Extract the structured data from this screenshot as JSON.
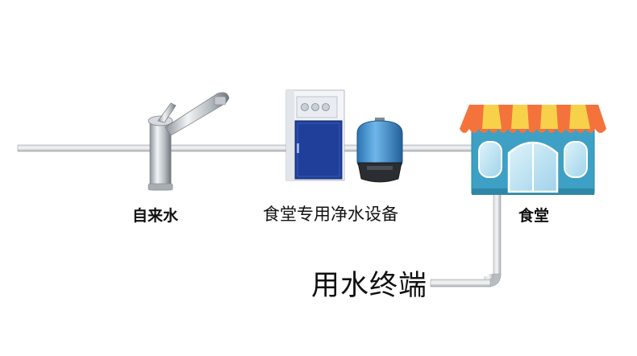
{
  "labels": {
    "tap": "自来水",
    "equipment": "食堂专用净水设备",
    "canteen": "食堂",
    "endpoint": "用水终端"
  },
  "icons": {
    "tap": "faucet-icon",
    "purifier": "water-purifier-icon",
    "tank": "pressure-tank-icon",
    "canteen": "storefront-icon"
  },
  "colors": {
    "pipe": "#b9bdc2",
    "purifier_body": "#1f3f9a",
    "tank": "#3a8fd0",
    "awning_orange": "#f4733c",
    "awning_yellow": "#f8d14a",
    "store_wall": "#3da0c4"
  }
}
